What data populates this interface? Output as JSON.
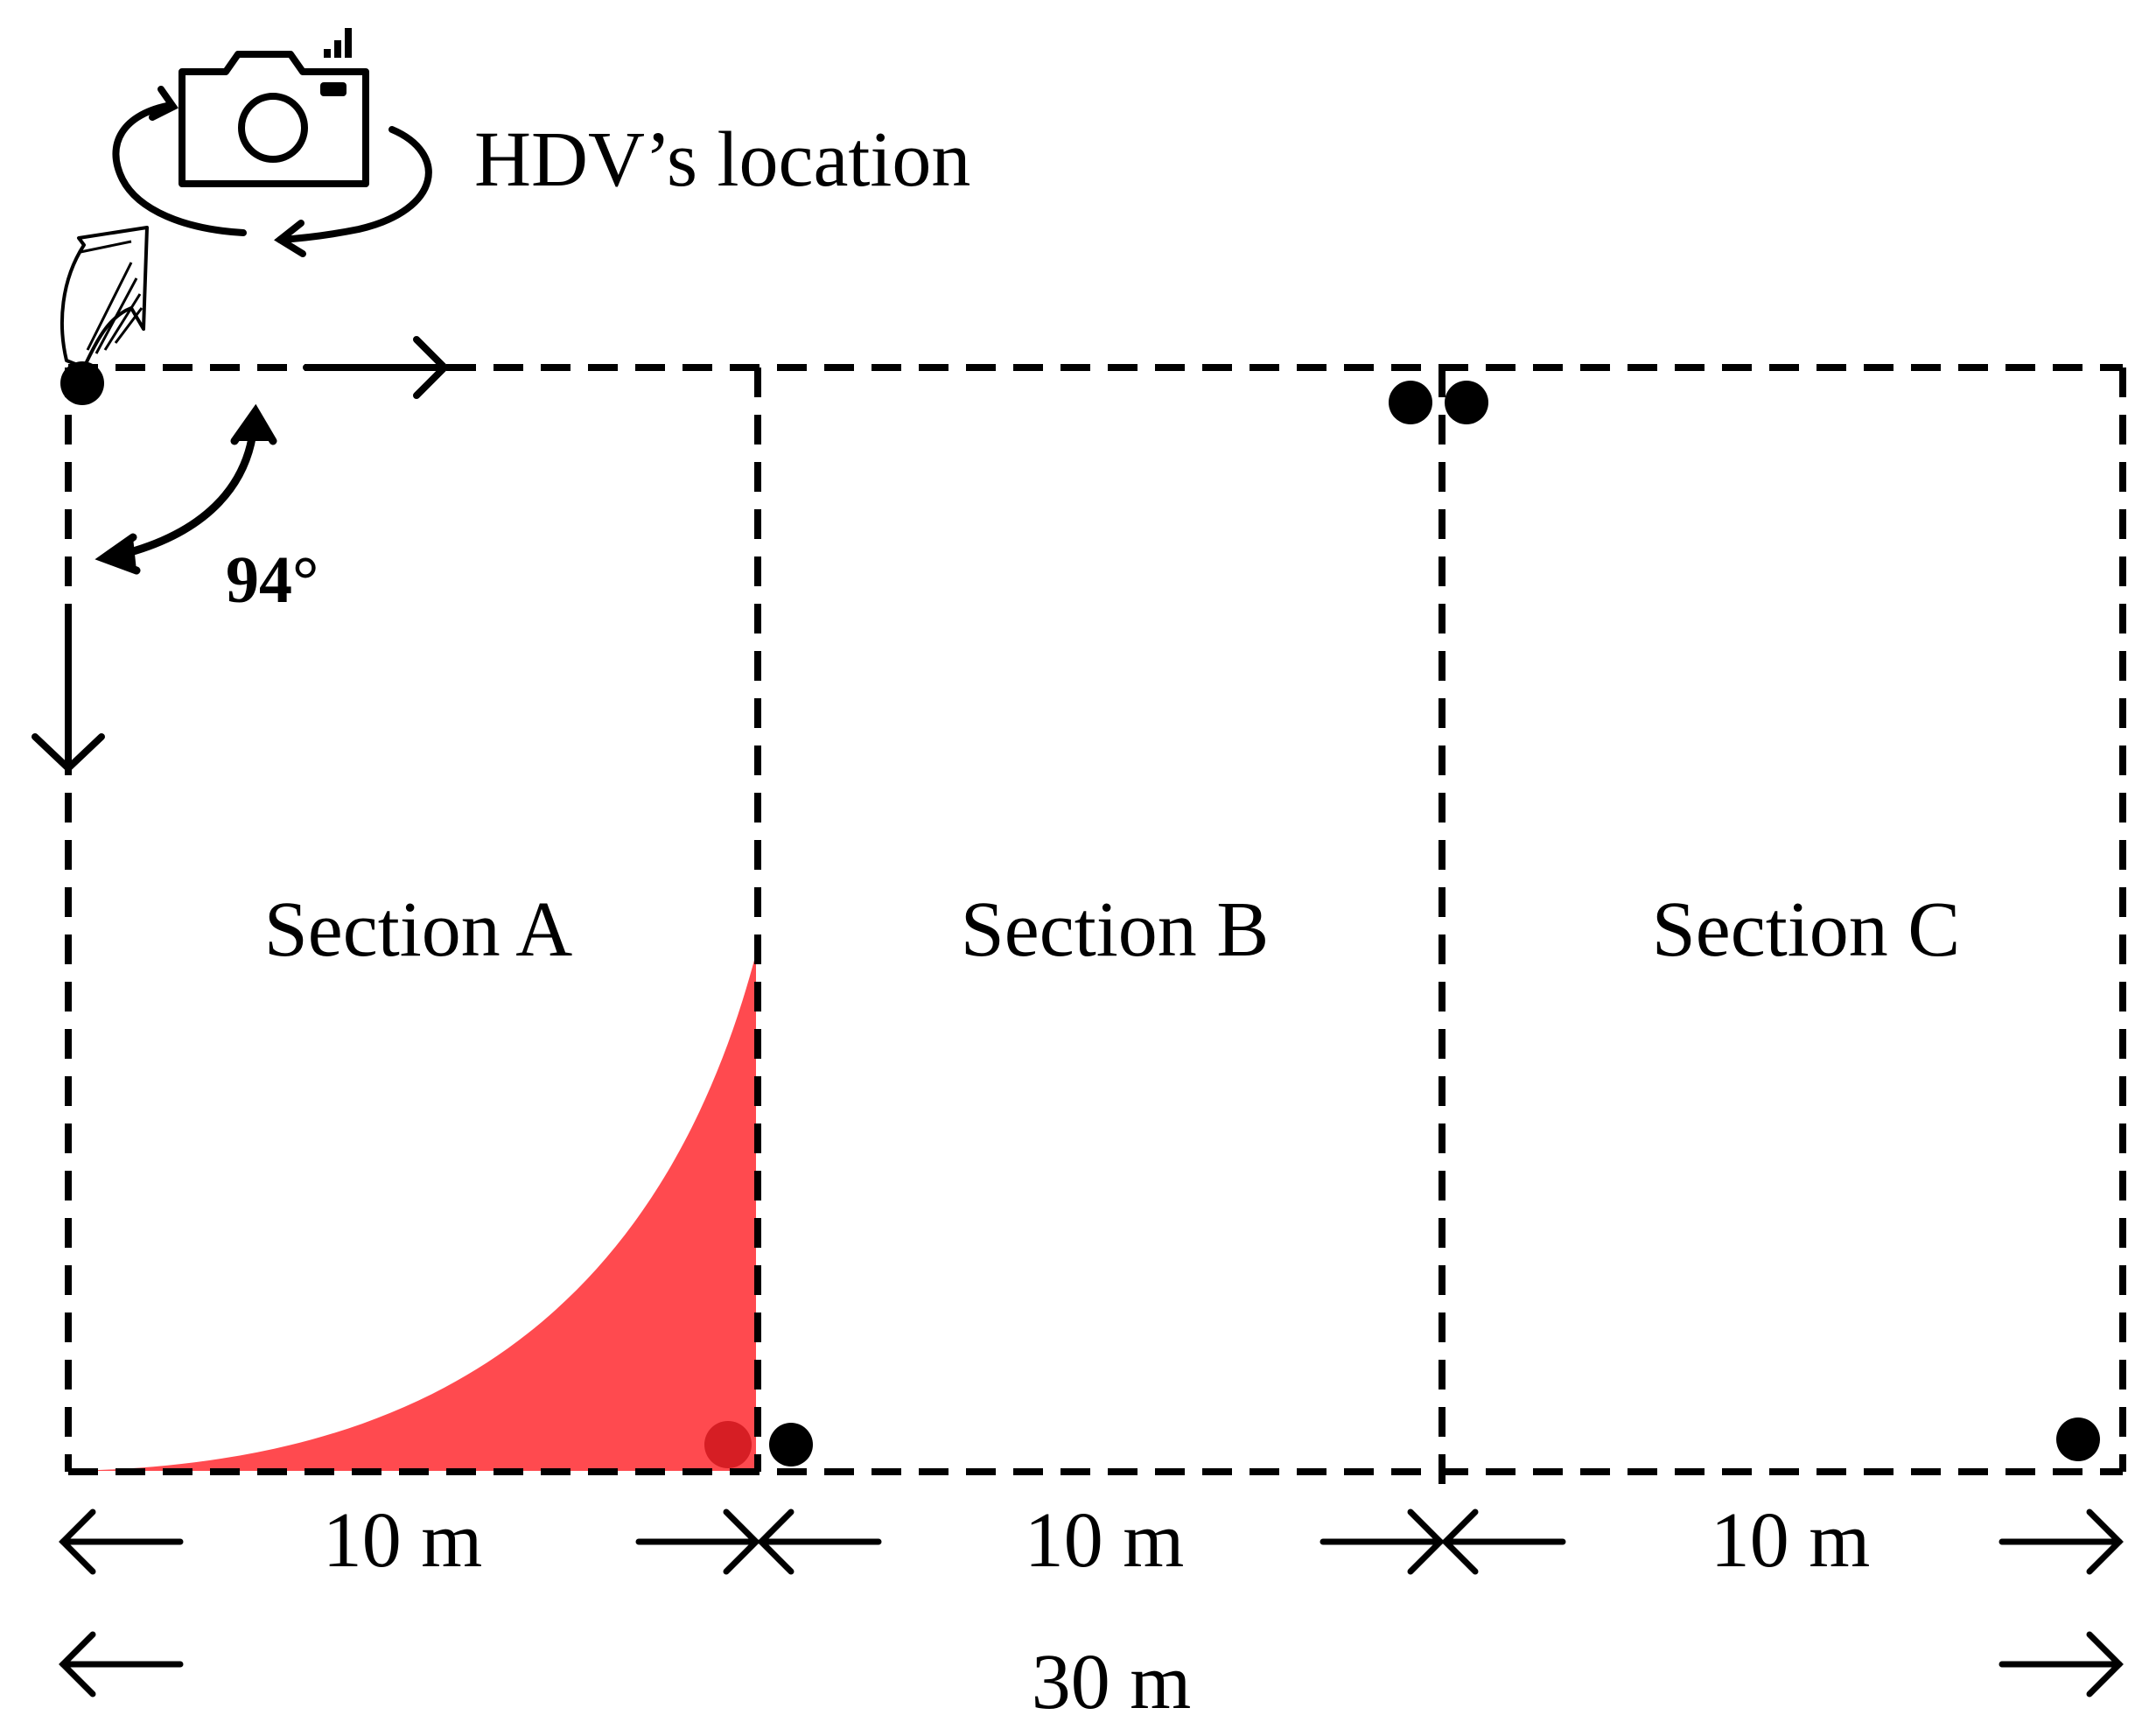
{
  "camera": {
    "label": "HDV’s location",
    "icon": "camera-icon"
  },
  "angle": {
    "label": "94°"
  },
  "sections": [
    {
      "label": "Section A"
    },
    {
      "label": "Section B"
    },
    {
      "label": "Section C"
    }
  ],
  "dimensions": {
    "section_a_width": "10 m",
    "section_b_width": "10 m",
    "section_c_width": "10 m",
    "total_width": "30 m"
  },
  "colors": {
    "line": "#000000",
    "highlight_region": "#ff4a4f",
    "highlight_marker": "#d61e24",
    "marker": "#000000"
  }
}
